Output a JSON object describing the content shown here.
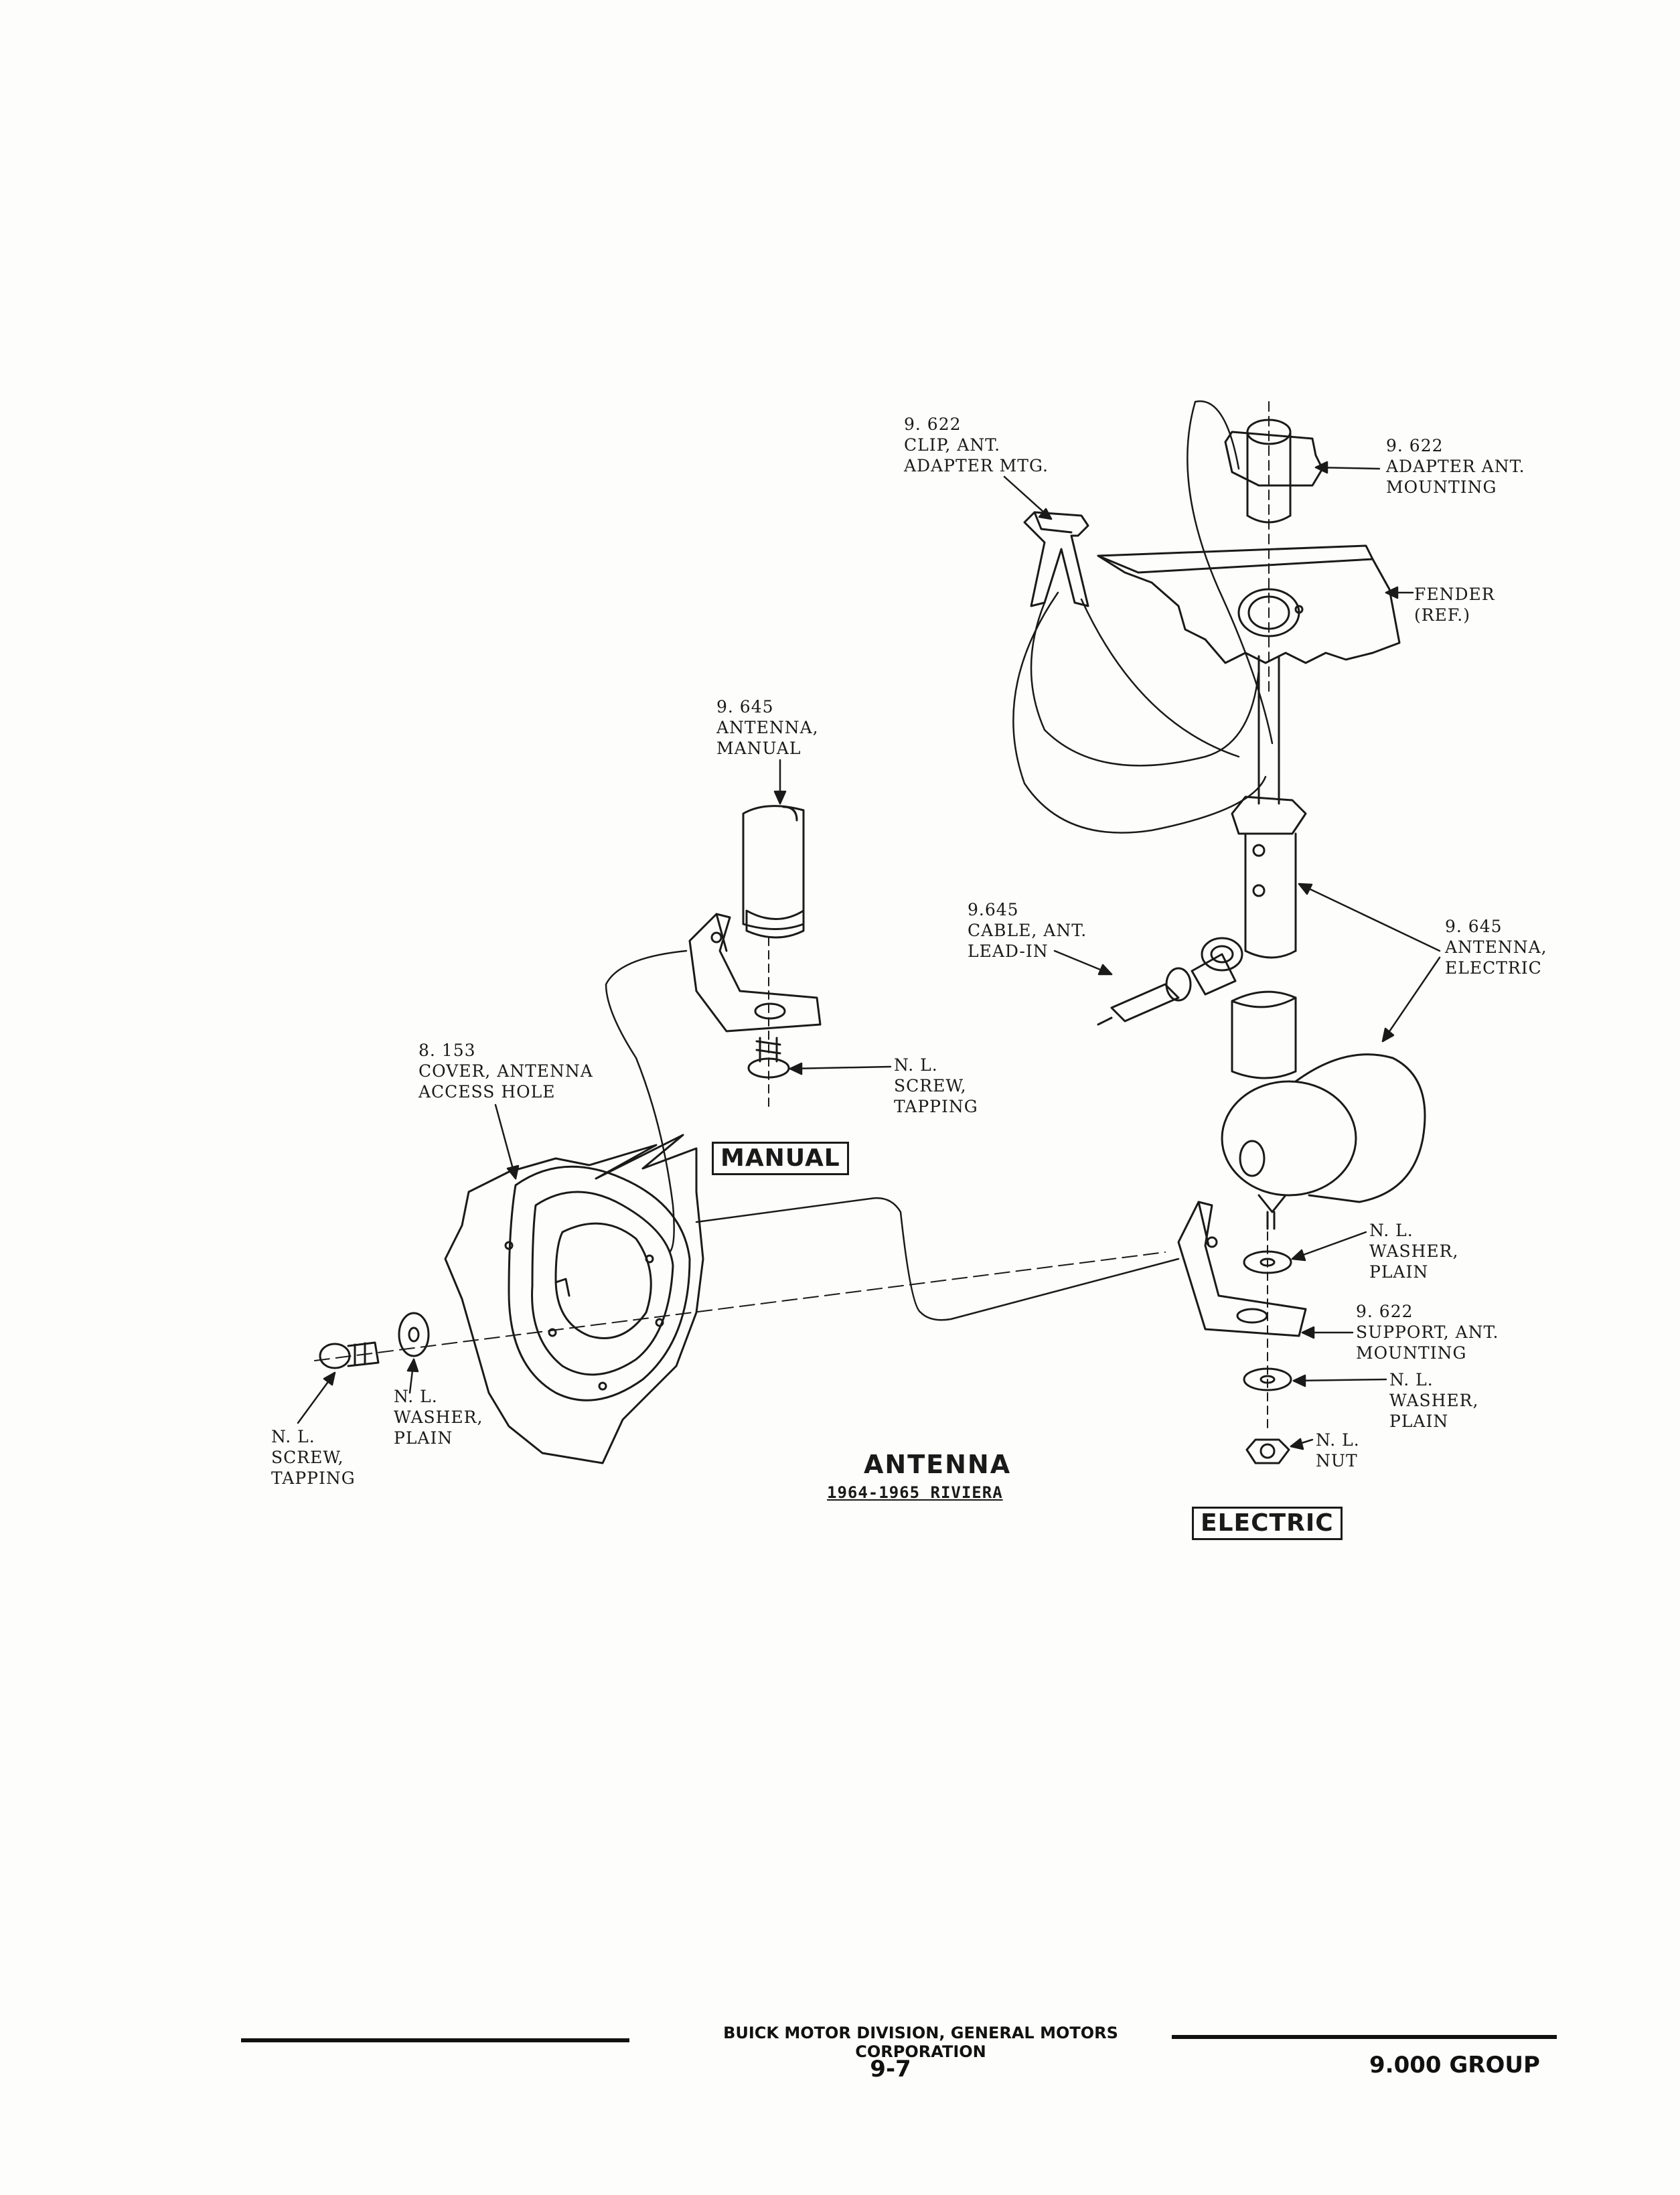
{
  "callouts": {
    "clip_adapter": [
      "9. 622",
      "CLIP, ANT.",
      "ADAPTER MTG."
    ],
    "adapter_mounting": [
      "9. 622",
      "ADAPTER   ANT.",
      "MOUNTING"
    ],
    "fender": [
      "FENDER",
      "(REF.)"
    ],
    "antenna_manual": [
      "9. 645",
      "ANTENNA,",
      "MANUAL"
    ],
    "cable_lead_in": [
      "9.645",
      "CABLE, ANT.",
      "LEAD-IN"
    ],
    "antenna_electric": [
      "9. 645",
      "ANTENNA,",
      "ELECTRIC"
    ],
    "cover_access": [
      "8. 153",
      "COVER, ANTENNA",
      "ACCESS HOLE"
    ],
    "screw_manual": [
      "N. L.",
      "SCREW,",
      "TAPPING"
    ],
    "washer_electric_upper": [
      "N. L.",
      "WASHER,",
      "PLAIN"
    ],
    "support_mounting": [
      "9. 622",
      "SUPPORT, ANT.",
      "MOUNTING"
    ],
    "washer_electric_lower": [
      "N. L.",
      "WASHER,",
      "PLAIN"
    ],
    "nut": [
      "N. L.",
      "NUT"
    ],
    "washer_left": [
      "N. L.",
      "WASHER,",
      "PLAIN"
    ],
    "screw_left": [
      "N. L.",
      "SCREW,",
      "TAPPING"
    ]
  },
  "labels": {
    "manual": "MANUAL",
    "electric": "ELECTRIC"
  },
  "title": {
    "main": "ANTENNA",
    "sub": "1964-1965 RIVIERA"
  },
  "footer": {
    "company": "BUICK MOTOR DIVISION, GENERAL MOTORS CORPORATION",
    "page": "9-7",
    "group": "9.000 GROUP"
  }
}
